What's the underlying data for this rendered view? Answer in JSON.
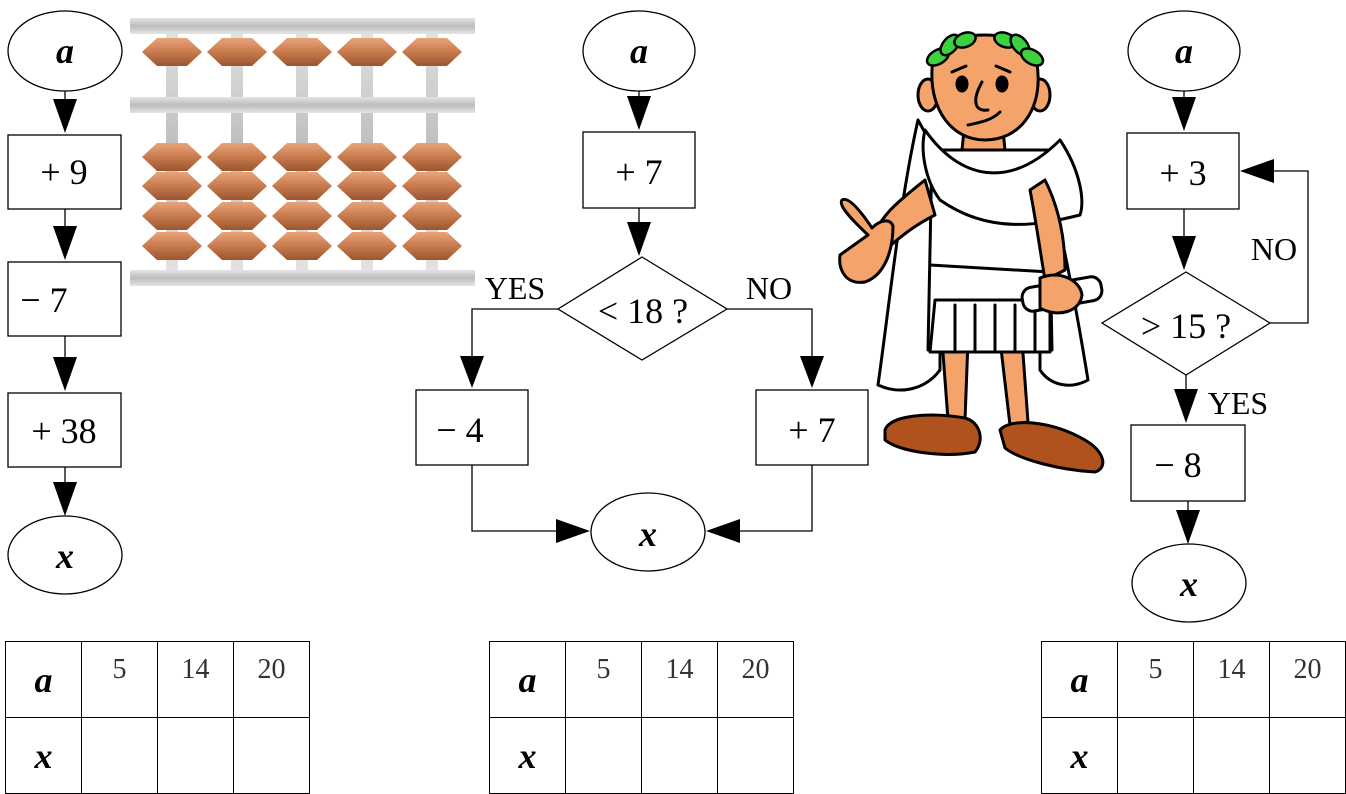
{
  "flowchart_1": {
    "input": "a",
    "steps": [
      "+ 9",
      "− 7",
      "+ 38"
    ],
    "output": "x"
  },
  "flowchart_2": {
    "input": "a",
    "step": "+ 7",
    "decision": "< 18 ?",
    "yes_label": "YES",
    "no_label": "NO",
    "yes_step": "− 4",
    "no_step": "+ 7",
    "output": "x"
  },
  "flowchart_3": {
    "input": "a",
    "step": "+ 3",
    "decision": "> 15 ?",
    "no_label": "NO",
    "yes_label": "YES",
    "yes_step": "− 8",
    "output": "x"
  },
  "tables": [
    {
      "row1_head": "a",
      "row2_head": "x",
      "inputs": [
        "5",
        "14",
        "20"
      ]
    },
    {
      "row1_head": "a",
      "row2_head": "x",
      "inputs": [
        "5",
        "14",
        "20"
      ]
    },
    {
      "row1_head": "a",
      "row2_head": "x",
      "inputs": [
        "5",
        "14",
        "20"
      ]
    }
  ],
  "illustrations": {
    "abacus": "abacus-illustration",
    "character": "roman-man-illustration"
  },
  "colors": {
    "bead": "#c87a4c",
    "rod": "#c8c8c8",
    "laurel": "#3ed13e",
    "skin": "#f4a46a",
    "sandal": "#b0521e"
  }
}
